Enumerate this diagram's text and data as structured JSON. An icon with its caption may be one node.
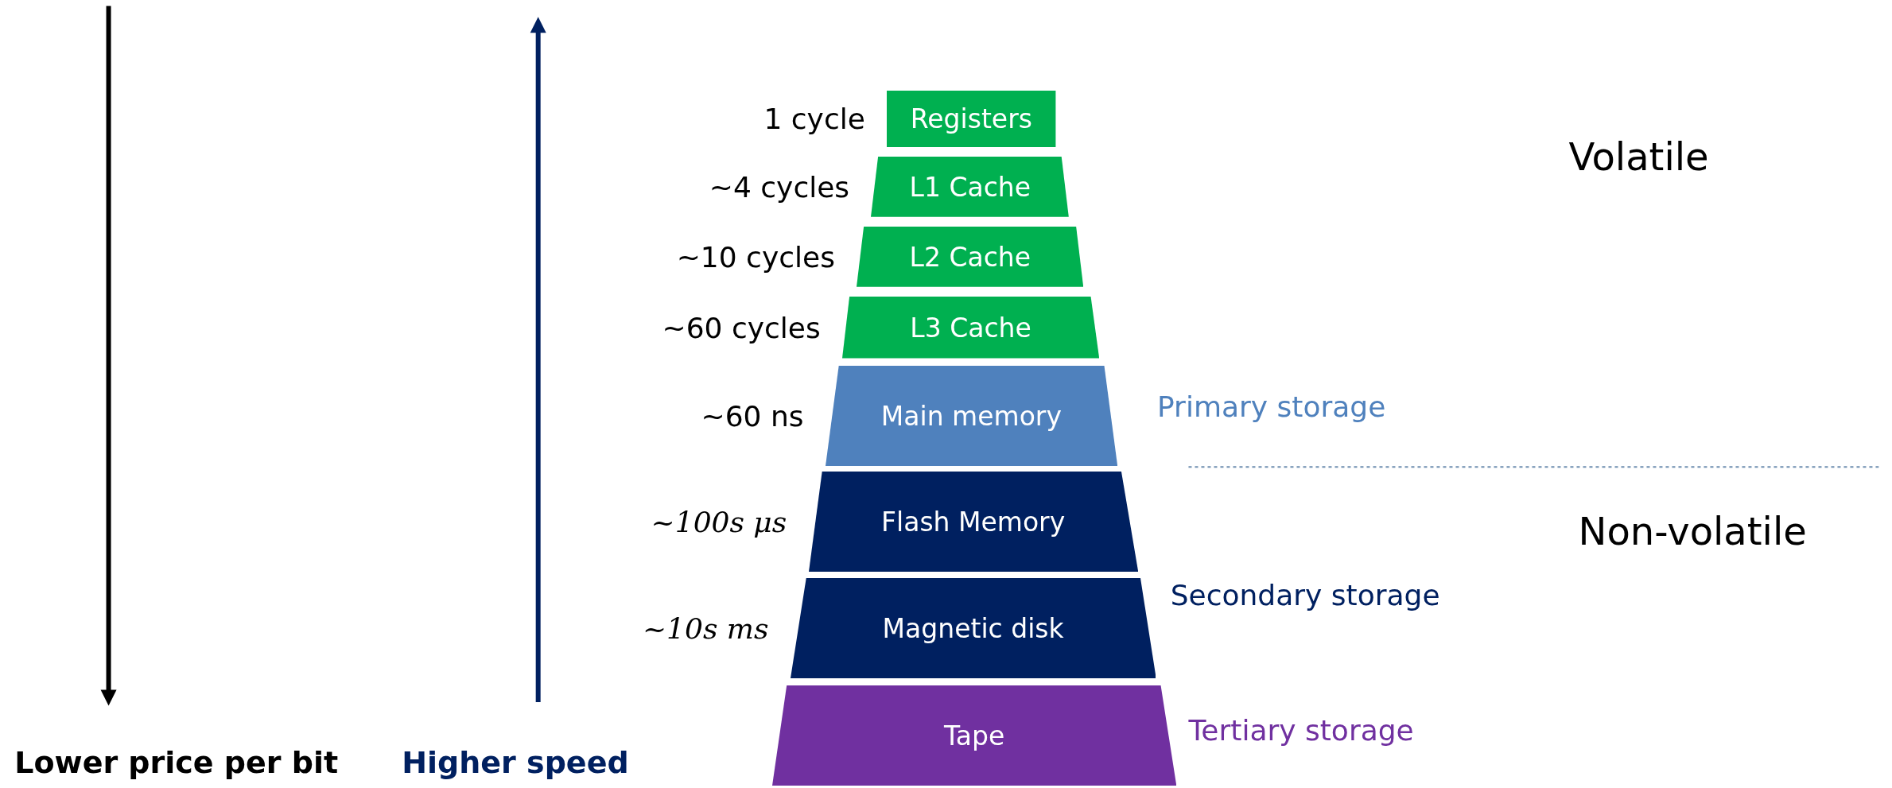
{
  "diagram": {
    "nodes": [
      {
        "text": [
          "Registers"
        ],
        "beside": [
          "1 cycle"
        ]
      },
      {
        "text": [
          "L1 Cache"
        ],
        "beside": [
          "~4 cycles"
        ]
      },
      {
        "text": [
          "L2 Cache"
        ],
        "beside": [
          "~10 cycles"
        ]
      },
      {
        "text": [
          "L3 Cache"
        ],
        "beside": [
          "~60 cycles"
        ]
      },
      {
        "text": [
          "Main memory"
        ],
        "beside": [
          "~60 ns"
        ]
      },
      {
        "text": [
          "Flash Memory"
        ],
        "beside": [
          "~100s μs"
        ]
      },
      {
        "text": [
          "Magnetic disk"
        ],
        "beside": [
          "~10s ms"
        ]
      },
      {
        "text": [
          "Tape"
        ]
      }
    ],
    "labels": [
      "Volatile",
      "Primary storage",
      "Non-volatile",
      "Secondary storage",
      "Tertiary storage",
      "Lower price per bit",
      "Higher speed"
    ]
  }
}
